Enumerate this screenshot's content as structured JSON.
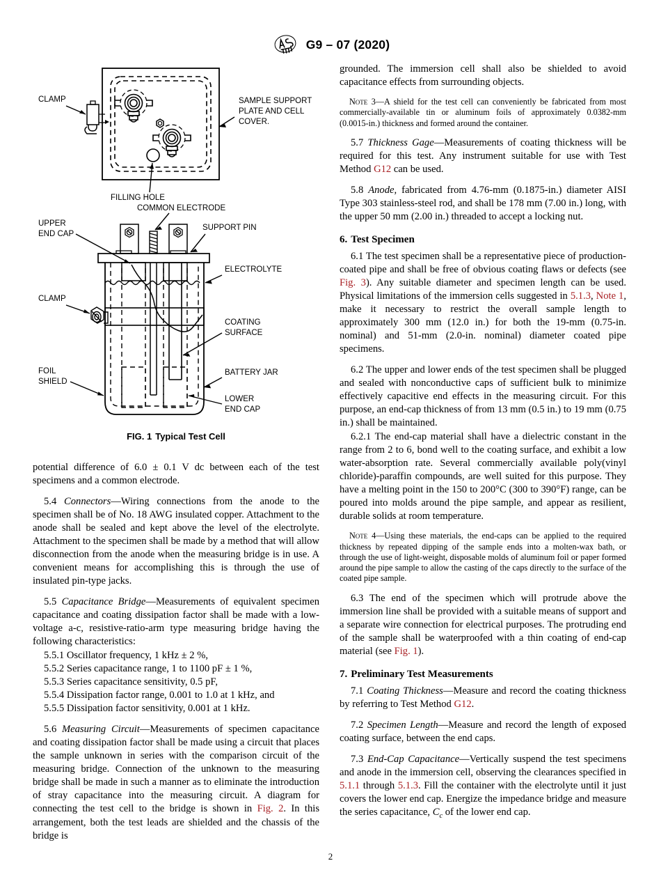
{
  "header": {
    "logo_icon": "astm-logo-icon",
    "title": "G9 – 07 (2020)"
  },
  "figure1": {
    "caption_number": "FIG. 1",
    "caption_text": "Typical Test Cell",
    "top_labels": {
      "clamp": "CLAMP",
      "sample_support": "SAMPLE SUPPORT\nPLATE AND CELL\nCOVER.",
      "sample_support_line1": "SAMPLE SUPPORT",
      "sample_support_line2": "PLATE AND CELL",
      "sample_support_line3": "COVER.",
      "filling_hole": "FILLING HOLE"
    },
    "bottom_labels": {
      "common_electrode": "COMMON ELECTRODE",
      "upper_end_cap_line1": "UPPER",
      "upper_end_cap_line2": "END CAP",
      "support_pin": "SUPPORT PIN",
      "electrolyte": "ELECTROLYTE",
      "clamp": "CLAMP",
      "coating_surface_line1": "COATING",
      "coating_surface_line2": "SURFACE",
      "battery_jar": "BATTERY JAR",
      "foil_shield_line1": "FOIL",
      "foil_shield_line2": "SHIELD",
      "lower_end_cap_line1": "LOWER",
      "lower_end_cap_line2": "END CAP"
    }
  },
  "left_column": {
    "p_continuation": "potential difference of 6.0 ± 0.1 V dc between each of the test specimens and a common electrode.",
    "p54_num": "5.4",
    "p54_title": "Connectors",
    "p54_text": "—Wiring connections from the anode to the specimen shall be of No. 18 AWG insulated copper. Attachment to the anode shall be sealed and kept above the level of the electrolyte. Attachment to the specimen shall be made by a method that will allow disconnection from the anode when the measuring bridge is in use. A convenient means for accomplishing this is through the use of insulated pin-type jacks.",
    "p55_num": "5.5",
    "p55_title": "Capacitance Bridge",
    "p55_text": "—Measurements of equivalent specimen capacitance and coating dissipation factor shall be made with a low-voltage a-c, resistive-ratio-arm type measuring bridge having the following characteristics:",
    "p551": "5.5.1  Oscillator frequency, 1 kHz ± 2 %,",
    "p552": "5.5.2  Series capacitance range, 1 to 1100 pF ± 1 %,",
    "p553": "5.5.3  Series capacitance sensitivity, 0.5 pF,",
    "p554": "5.5.4  Dissipation factor range, 0.001 to 1.0 at 1 kHz, and",
    "p555": "5.5.5  Dissipation factor sensitivity, 0.001 at 1 kHz.",
    "p56_num": "5.6",
    "p56_title": "Measuring Circuit",
    "p56_text_a": "—Measurements of specimen capacitance and coating dissipation factor shall be made using a circuit that places the sample unknown in series with the comparison circuit of the measuring bridge. Connection of the unknown to the measuring bridge shall be made in such a manner as to eliminate the introduction of stray capacitance into the measuring circuit. A diagram for connecting the test cell to the bridge is shown in ",
    "p56_link": "Fig. 2",
    "p56_text_b": ". In this arrangement, both the test leads are shielded and the chassis of the bridge is"
  },
  "right_column": {
    "p_continuation": "grounded. The immersion cell shall also be shielded to avoid capacitance effects from surrounding objects.",
    "note3_label": "Note",
    "note3_num": " 3—",
    "note3_text": "A shield for the test cell can conveniently be fabricated from most commercially-available tin or aluminum foils of approximately 0.0382-mm (0.0015-in.) thickness and formed around the container.",
    "p57_num": "5.7",
    "p57_title": "Thickness Gage",
    "p57_text_a": "—Measurements of coating thickness will be required for this test. Any instrument suitable for use with Test Method ",
    "p57_link": "G12",
    "p57_text_b": " can be used.",
    "p58_num": "5.8",
    "p58_title": "Anode,",
    "p58_text": " fabricated from 4.76-mm (0.1875-in.) diameter AISI Type 303 stainless-steel rod, and shall be 178 mm (7.00 in.) long, with the upper 50 mm (2.00 in.) threaded to accept a locking nut.",
    "sec6_num": "6.",
    "sec6_title": "Test Specimen",
    "p61_num": "6.1",
    "p61_text_a": " The test specimen shall be a representative piece of production-coated pipe and shall be free of obvious coating flaws or defects (see ",
    "p61_link1": "Fig. 3",
    "p61_text_b": "). Any suitable diameter and specimen length can be used. Physical limitations of the immersion cells suggested in ",
    "p61_link2": "5.1.3",
    "p61_text_c": ", ",
    "p61_link3": "Note 1",
    "p61_text_d": ", make it necessary to restrict the overall sample length to approximately 300 mm (12.0 in.) for both the 19-mm (0.75-in. nominal) and 51-mm (2.0-in. nominal) diameter coated pipe specimens.",
    "p62_num": "6.2",
    "p62_text": " The upper and lower ends of the test specimen shall be plugged and sealed with nonconductive caps of sufficient bulk to minimize effectively capacitive end effects in the measuring circuit. For this purpose, an end-cap thickness of from 13 mm (0.5 in.) to 19 mm (0.75 in.) shall be maintained.",
    "p621_num": "6.2.1",
    "p621_text": " The end-cap material shall have a dielectric constant in the range from 2 to 6, bond well to the coating surface, and exhibit a low water-absorption rate. Several commercially available poly(vinyl chloride)-paraffin compounds, are well suited for this purpose. They have a melting point in the 150 to 200°C (300 to 390°F) range, can be poured into molds around the pipe sample, and appear as resilient, durable solids at room temperature.",
    "note4_label": "Note",
    "note4_num": " 4—",
    "note4_text": "Using these materials, the end-caps can be applied to the required thickness by repeated dipping of the sample ends into a molten-wax bath, or through the use of light-weight, disposable molds of aluminum foil or paper formed around the pipe sample to allow the casting of the caps directly to the surface of the coated pipe sample.",
    "p63_num": "6.3",
    "p63_text_a": " The end of the specimen which will protrude above the immersion line shall be provided with a suitable means of support and a separate wire connection for electrical purposes. The protruding end of the sample shall be waterproofed with a thin coating of end-cap material (see ",
    "p63_link": "Fig. 1",
    "p63_text_b": ").",
    "sec7_num": "7.",
    "sec7_title": "Preliminary Test Measurements",
    "p71_num": "7.1",
    "p71_title": "Coating Thickness",
    "p71_text_a": "—Measure and record the coating thickness by referring to Test Method ",
    "p71_link": "G12",
    "p71_text_b": ".",
    "p72_num": "7.2",
    "p72_title": "Specimen Length",
    "p72_text": "—Measure and record the length of exposed coating surface, between the end caps.",
    "p73_num": "7.3",
    "p73_title": "End-Cap Capacitance",
    "p73_text_a": "—Vertically suspend the test specimens and anode in the immersion cell, observing the clearances specified in ",
    "p73_link1": "5.1.1",
    "p73_text_b": " through ",
    "p73_link2": "5.1.3",
    "p73_text_c": ". Fill the container with the electrolyte until it just covers the lower end cap. Energize the impedance bridge and measure the series capacitance, ",
    "p73_var": "C",
    "p73_sub": "c",
    "p73_text_d": " of the lower end cap."
  },
  "footer": {
    "page_number": "2"
  }
}
